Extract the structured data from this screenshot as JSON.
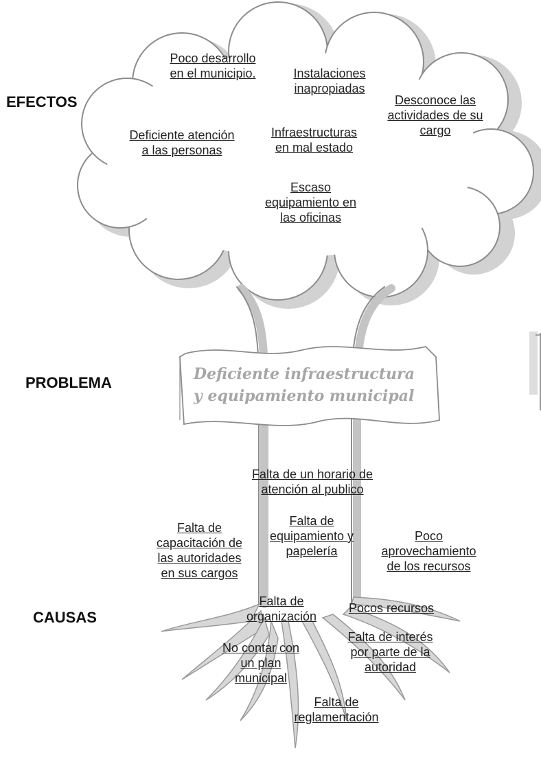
{
  "sections": {
    "effects": "EFECTOS",
    "problem": "PROBLEMA",
    "causes": "CAUSAS"
  },
  "problem_text": "Deficiente infraestructura y equipamiento municipal",
  "effects": [
    "Poco desarrollo\nen el municipio.",
    "Instalaciones\ninapropiadas",
    "Desconoce las\nactividades de su\ncargo",
    "Deficiente atención\na las personas",
    "Infraestructuras\nen mal estado",
    "Escaso\nequipamiento en\nlas oficinas"
  ],
  "causes": [
    "Falta de un horario de\natención al publico",
    "Falta de\ncapacitación de\nlas autoridades\nen sus cargos",
    "Falta de\nequipamiento y\npapelería",
    "Poco\naprovechamiento\nde los recursos",
    "Falta de\norganización",
    "Pocos recursos",
    "No contar con\nun plan\nmunicipal",
    "Falta de interés\npor parte de la\nautoridad",
    "Falta de\nreglamentación"
  ],
  "colors": {
    "outline": "#8c8c8c",
    "shadow": "#cfcfcf",
    "text": "#222222",
    "problem_text": "#a6a6a6"
  }
}
